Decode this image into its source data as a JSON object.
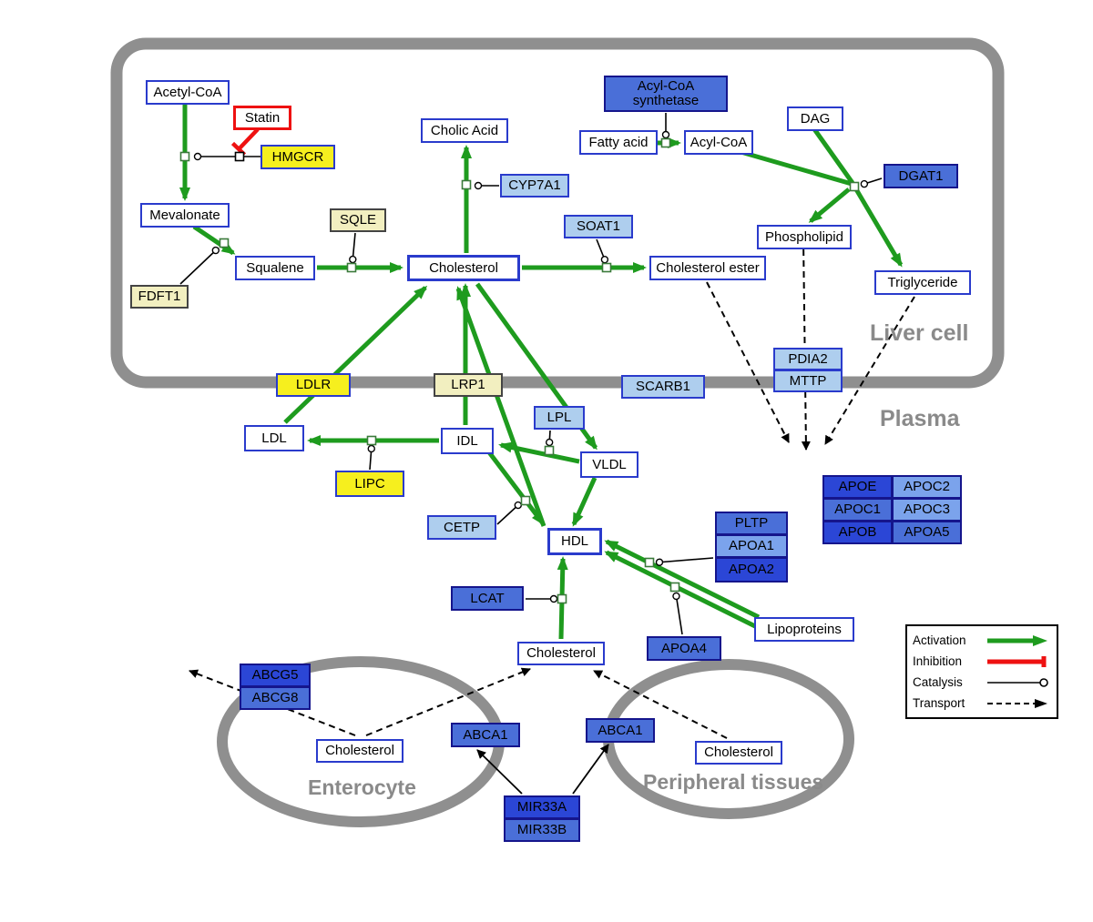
{
  "compartments": {
    "liver_cell": "Liver cell",
    "plasma": "Plasma",
    "enterocyte": "Enterocyte",
    "peripheral_tissues": "Peripheral tissues"
  },
  "nodes": {
    "acetyl_coa": "Acetyl-CoA",
    "statin": "Statin",
    "hmgcr": "HMGCR",
    "mevalonate": "Mevalonate",
    "fdft1": "FDFT1",
    "sqle": "SQLE",
    "squalene": "Squalene",
    "cholesterol_liver": "Cholesterol",
    "cholic_acid": "Cholic Acid",
    "cyp7a1": "CYP7A1",
    "soat1": "SOAT1",
    "cholesterol_ester": "Cholesterol ester",
    "acyl_coa_synthetase": "Acyl-CoA synthetase",
    "fatty_acid": "Fatty acid",
    "acyl_coa": "Acyl-CoA",
    "dag": "DAG",
    "dgat1": "DGAT1",
    "phospholipid": "Phospholipid",
    "triglyceride": "Triglyceride",
    "pdia2": "PDIA2",
    "mttp": "MTTP",
    "ldlr": "LDLR",
    "lrp1": "LRP1",
    "scarb1": "SCARB1",
    "ldl": "LDL",
    "idl": "IDL",
    "lpl": "LPL",
    "vldl": "VLDL",
    "lipc": "LIPC",
    "cetp": "CETP",
    "hdl": "HDL",
    "pltp": "PLTP",
    "apoa1": "APOA1",
    "apoa2": "APOA2",
    "apoe": "APOE",
    "apoc2": "APOC2",
    "apoc1": "APOC1",
    "apoc3": "APOC3",
    "apob": "APOB",
    "apoa5": "APOA5",
    "lcat": "LCAT",
    "apoa4": "APOA4",
    "lipoproteins": "Lipoproteins",
    "cholesterol_plasma": "Cholesterol",
    "abcg5": "ABCG5",
    "abcg8": "ABCG8",
    "cholesterol_enterocyte": "Cholesterol",
    "abca1_enterocyte": "ABCA1",
    "abca1_peripheral": "ABCA1",
    "cholesterol_peripheral": "Cholesterol",
    "mir33a": "MIR33A",
    "mir33b": "MIR33B"
  },
  "legend": {
    "activation": "Activation",
    "inhibition": "Inhibition",
    "catalysis": "Catalysis",
    "transport": "Transport"
  },
  "colors": {
    "activation_green": "#1e9b1e",
    "inhibition_red": "#ee1111",
    "membrane_gray": "#8f8f8f",
    "metabolite_border_blue": "#2a3bcc",
    "enzyme_light_blue": "#aeceee",
    "protein_blue": "#4a6fd8",
    "protein_dark_blue": "#2b46d6",
    "protein_pale_blue": "#7ba3ec",
    "highlight_yellow": "#f6ef1e",
    "pale_yellow": "#f2efc0"
  }
}
